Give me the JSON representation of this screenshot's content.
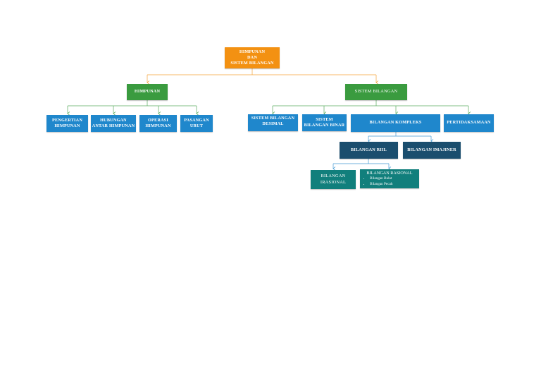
{
  "colors": {
    "root": "#f39112",
    "level1": "#3a9b3f",
    "level2": "#1f87cc",
    "level3": "#1b4e6e",
    "level4": "#117f7c",
    "connector_root": "#f39112",
    "connector_green": "#3a9b3f",
    "connector_blue": "#1f87cc"
  },
  "root": {
    "line1": "HIMPUNAN",
    "line2": "DAN",
    "line3": "SISTEM BILANGAN"
  },
  "himpunan": {
    "label": "HIMPUNAN",
    "children": {
      "pengertian": {
        "line1": "PENGERTIAN",
        "line2": "HIMPUNAN"
      },
      "hubungan": {
        "line1": "HUBUNGAN",
        "line2": "ANTAR HIMPUNAN"
      },
      "operasi": {
        "line1": "OPERASI",
        "line2": "HIMPUNAN"
      },
      "pasangan": {
        "line1": "PASANGAN",
        "line2": "URUT"
      }
    }
  },
  "sistem_bilangan": {
    "label": "SISTEM BILANGAN",
    "children": {
      "desimal": {
        "line1": "SISTEM BILANGAN",
        "line2": "DESIMAL"
      },
      "biner": {
        "line1": "SISTEM",
        "line2": "BILANGAN BINAR"
      },
      "kompleks": {
        "label": "BILANGAN KOMPLEKS"
      },
      "pertidaksamaan": {
        "label": "PERTIDAKSAMAAN"
      }
    }
  },
  "kompleks_children": {
    "riil": {
      "label": "BILANGAN RIIL"
    },
    "imajiner": {
      "label": "BILANGAN IMAJINER"
    }
  },
  "riil_children": {
    "irasional": {
      "line1": "BILANGAN",
      "line2": "IRASIONAL"
    },
    "rasional": {
      "title": "BILANGAN RASIONAL",
      "items": [
        "Bilangan Bulat",
        "Bilangan Pecah"
      ]
    }
  }
}
